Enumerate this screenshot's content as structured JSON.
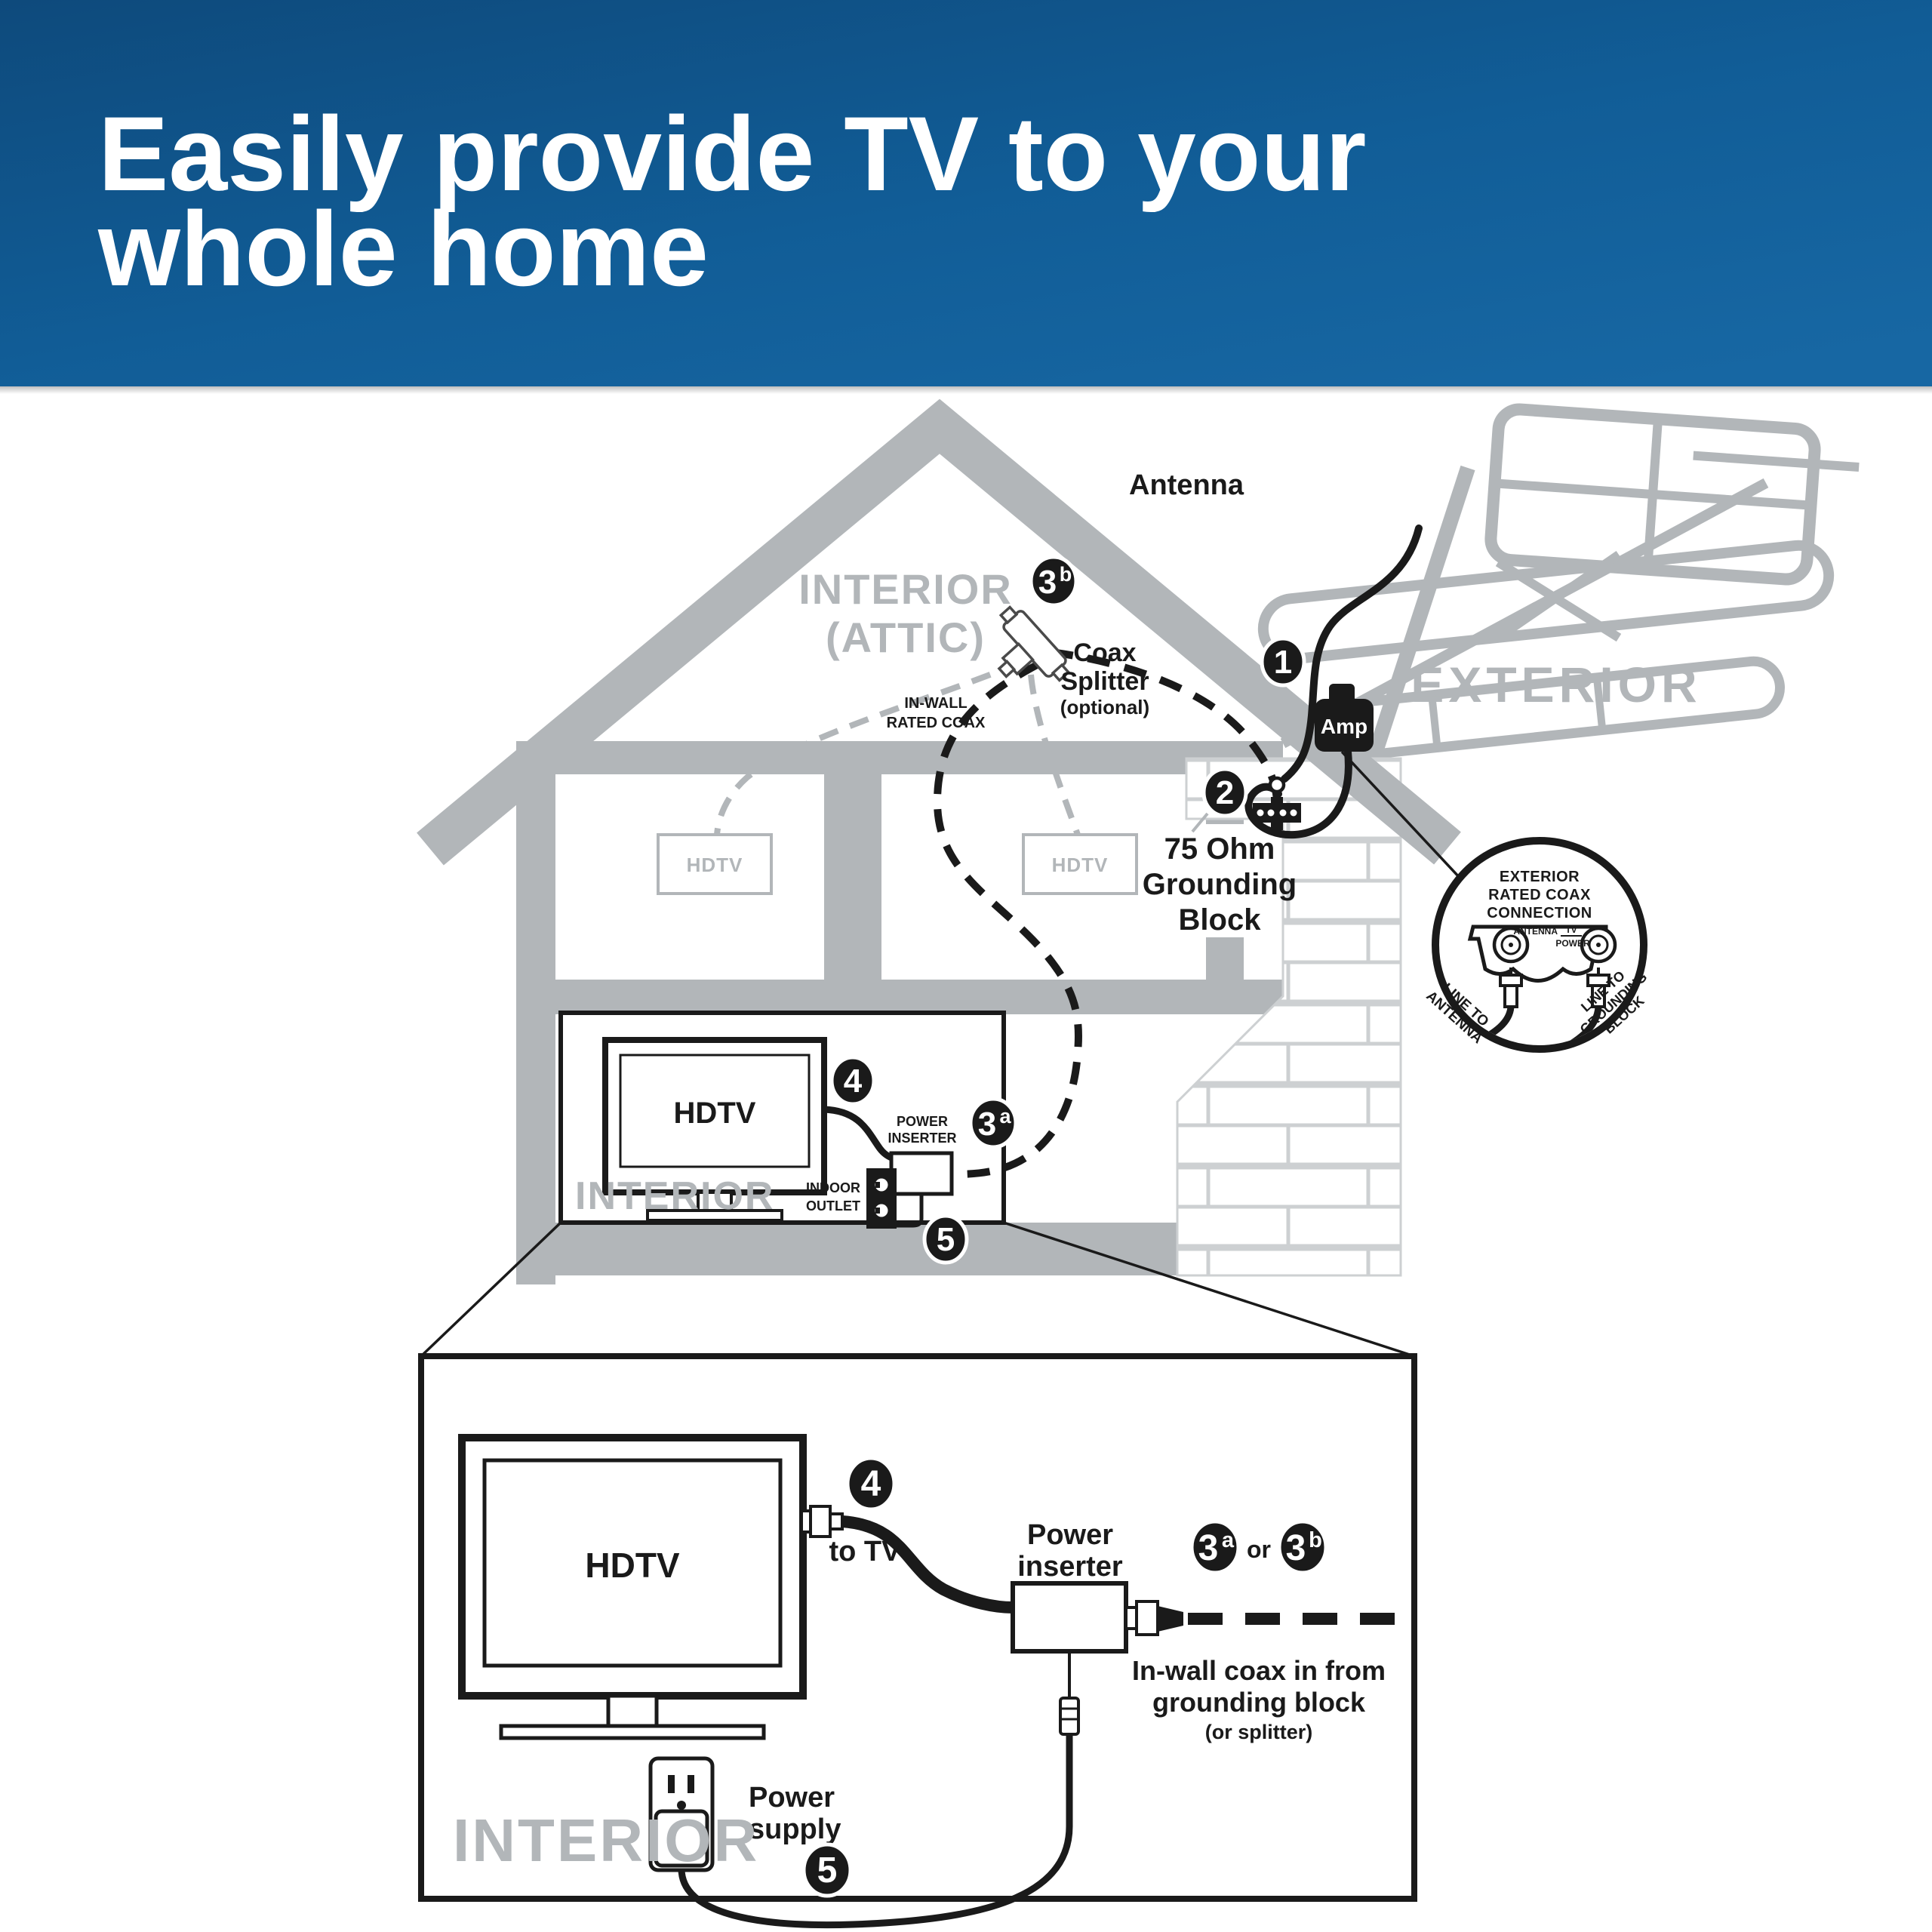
{
  "header": {
    "title_line1": "Easily provide TV to your",
    "title_line2": "whole home"
  },
  "colors": {
    "banner_start": "#0e4a7c",
    "banner_end": "#1767a3",
    "structure_grey": "#b2b6b9",
    "mortar_grey": "#cdd0d2",
    "ink_black": "#1a1a1a"
  },
  "diagram": {
    "antenna_label": "Antenna",
    "exterior_label": "EXTERIOR",
    "attic_label_line1": "INTERIOR",
    "attic_label_line2": "(ATTIC)",
    "coax_splitter": {
      "line1": "Coax",
      "line2": "Splitter",
      "line3": "(optional)"
    },
    "in_wall_coax": {
      "line1": "IN-WALL",
      "line2": "RATED COAX"
    },
    "amp_label": "Amp",
    "grounding": {
      "line1": "75 Ohm",
      "line2": "Grounding",
      "line3": "Block"
    },
    "room_tv_left": "HDTV",
    "room_tv_right": "HDTV",
    "badges": {
      "b1": "1",
      "b2": "2",
      "b4": "4",
      "b5": "5",
      "b3a_num": "3",
      "b3a_sub": "a",
      "b3b_num": "3",
      "b3b_sub": "b"
    },
    "living": {
      "tv": "HDTV",
      "power_inserter_line1": "POWER",
      "power_inserter_line2": "INSERTER",
      "indoor_outlet_line1": "INDOOR",
      "indoor_outlet_line2": "OUTLET",
      "interior_label": "INTERIOR"
    },
    "inset": {
      "title_line1": "EXTERIOR",
      "title_line2": "RATED COAX",
      "title_line3": "CONNECTION",
      "port_antenna": "ANTENNA",
      "port_tv": "TV",
      "port_power": "POWER",
      "left_label_line1": "LINE TO",
      "left_label_line2": "ANTENNA",
      "right_label_line1": "LINE TO",
      "right_label_line2": "GROUNDING",
      "right_label_line3": "BLOCK"
    },
    "panel": {
      "tv": "HDTV",
      "to_tv": "to TV",
      "power_inserter_line1": "Power",
      "power_inserter_line2": "inserter",
      "or_label": "or",
      "caption_line1": "In-wall coax in from",
      "caption_line2": "grounding block",
      "caption_line3": "(or splitter)",
      "power_supply_line1": "Power",
      "power_supply_line2": "supply",
      "interior_label": "INTERIOR"
    }
  }
}
